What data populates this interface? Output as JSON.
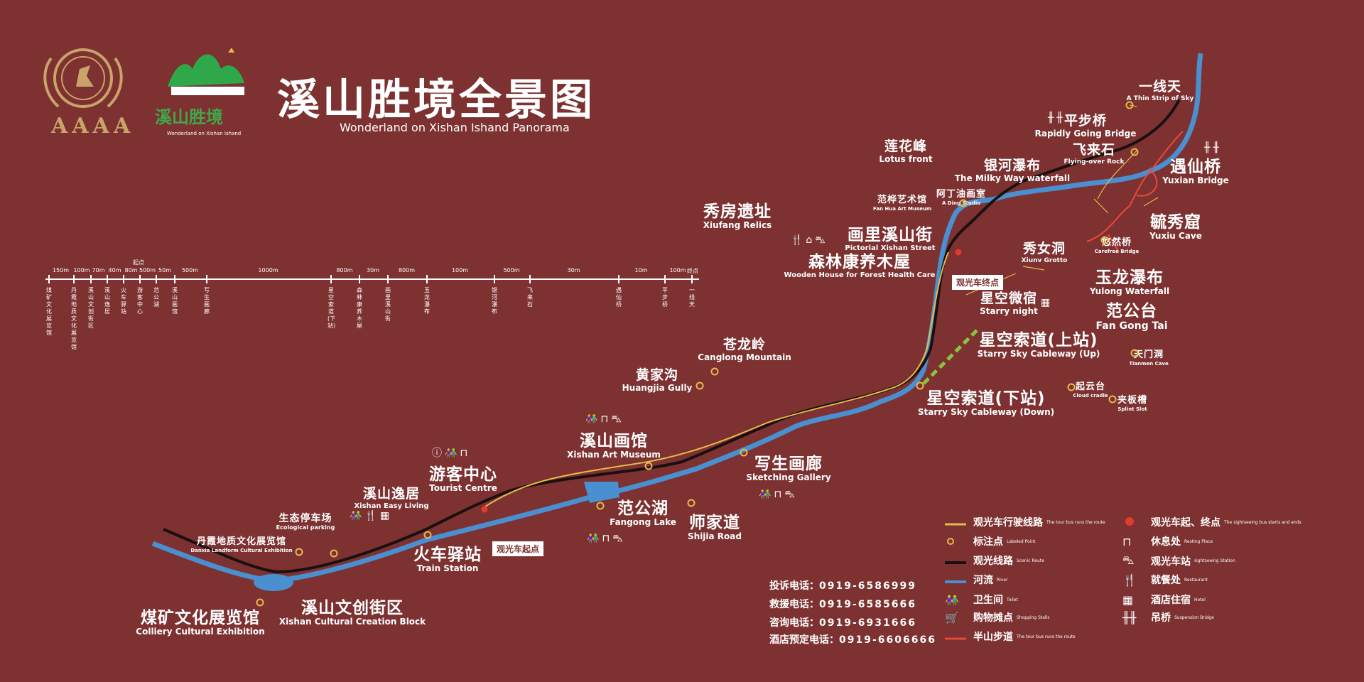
{
  "title": {
    "cn": "溪山胜境全景图",
    "en": "Wonderland on Xishan Ishand Panorama"
  },
  "badge": {
    "rating": "AAAA",
    "brand": "溪山胜境",
    "brand_en": "Wonderland on Xishan Ishand"
  },
  "scale_bar": {
    "distances": [
      "150m",
      "100m",
      "70m",
      "40m",
      "80m",
      "500m",
      "50m",
      "500m",
      "1000m",
      "800m",
      "30m",
      "800m",
      "100m",
      "500m",
      "30m",
      "10m",
      "100m"
    ],
    "start_label": "起点",
    "end_label": "终点",
    "stops": [
      "煤矿文化展览馆",
      "丹霞地质文化展览馆",
      "溪山文创街区",
      "溪山逸居",
      "火车驿站",
      "游客中心",
      "范公湖",
      "溪山画馆",
      "写生画廊",
      "星空索道(下站)",
      "森林康养木屋",
      "画里溪山街",
      "玉龙瀑布",
      "银河瀑布",
      "飞来石",
      "遇仙桥",
      "平步桥",
      "一线天"
    ]
  },
  "places": {
    "yixiantian": {
      "cn": "一线天",
      "en": "A Thin Strip of Sky"
    },
    "pingbuqiao": {
      "cn": "平步桥",
      "en": "Rapidly Going Bridge"
    },
    "feilaishi": {
      "cn": "飞来石",
      "en": "Flying-over Rock"
    },
    "yuxianqiao": {
      "cn": "遇仙桥",
      "en": "Yuxian Bridge"
    },
    "yinhe": {
      "cn": "银河瀑布",
      "en": "The Milky Way waterfall"
    },
    "lianhua": {
      "cn": "莲花峰",
      "en": "Lotus front"
    },
    "fanhua": {
      "cn": "范桦艺术馆",
      "en": "Fan Hua Art Museum"
    },
    "ading": {
      "cn": "阿丁油画室",
      "en": "A Ding Studio"
    },
    "yuxiuku": {
      "cn": "毓秀窟",
      "en": "Yuxiu Cave"
    },
    "youranqiao": {
      "cn": "悠然桥",
      "en": "Carefree Bridge"
    },
    "xiunvdong": {
      "cn": "秀女洞",
      "en": "Xiunv Grotto"
    },
    "xiufang": {
      "cn": "秀房遗址",
      "en": "Xiufang Relics"
    },
    "hualijie": {
      "cn": "画里溪山街",
      "en": "Pictorial Xishan Street"
    },
    "senlin": {
      "cn": "森林康养木屋",
      "en": "Wooden House for Forest Health Care"
    },
    "yulong": {
      "cn": "玉龙瀑布",
      "en": "Yulong Waterfall"
    },
    "xingkongws": {
      "cn": "星空微宿",
      "en": "Starry night"
    },
    "fangongtai": {
      "cn": "范公台",
      "en": "Fan Gong Tai"
    },
    "suodao_up": {
      "cn": "星空索道(上站)",
      "en": "Starry Sky Cableway (Up)"
    },
    "tianmen": {
      "cn": "天门洞",
      "en": "Tianmen Cave"
    },
    "qiyuntai": {
      "cn": "起云台",
      "en": "Cloud cradle"
    },
    "jiabancao": {
      "cn": "夹板槽",
      "en": "Splint Slot"
    },
    "canglong": {
      "cn": "苍龙岭",
      "en": "Canglong Mountain"
    },
    "huangjia": {
      "cn": "黄家沟",
      "en": "Huangjia Gully"
    },
    "suodao_down": {
      "cn": "星空索道(下站)",
      "en": "Starry Sky Cableway (Down)"
    },
    "huaguan": {
      "cn": "溪山画馆",
      "en": "Xishan Art Museum"
    },
    "xiesheng": {
      "cn": "写生画廊",
      "en": "Sketching Gallery"
    },
    "youke": {
      "cn": "游客中心",
      "en": "Tourist Centre"
    },
    "fangonghu": {
      "cn": "范公湖",
      "en": "Fangong Lake"
    },
    "shijia": {
      "cn": "师家道",
      "en": "Shijia Road"
    },
    "yiju": {
      "cn": "溪山逸居",
      "en": "Xishan Easy Living"
    },
    "tingche": {
      "cn": "生态停车场",
      "en": "Ecological parking"
    },
    "danxia": {
      "cn": "丹霞地质文化展览馆",
      "en": "Danxia Landform Cultural Exhibition"
    },
    "huoche": {
      "cn": "火车驿站",
      "en": "Train Station"
    },
    "wenchuang": {
      "cn": "溪山文创街区",
      "en": "Xishan Cultural Creation Block"
    },
    "meikuang": {
      "cn": "煤矿文化展览馆",
      "en": "Colliery Cultural Exhibition"
    }
  },
  "tags": {
    "bus_end": "观光车终点",
    "bus_start": "观光车起点"
  },
  "legend": [
    {
      "cn": "观光车行驶线路",
      "en": "The tour bus runs the route",
      "sym": "yellow-line"
    },
    {
      "cn": "标注点",
      "en": "Labeled Point",
      "sym": "ring"
    },
    {
      "cn": "观光线路",
      "en": "Scenic Route",
      "sym": "black-line"
    },
    {
      "cn": "河流",
      "en": "River",
      "sym": "blue-line"
    },
    {
      "cn": "卫生间",
      "en": "Toilet",
      "sym": "toilet"
    },
    {
      "cn": "购物摊点",
      "en": "Shopping Stalls",
      "sym": "cart"
    },
    {
      "cn": "半山步道",
      "en": "The tour bus runs the route",
      "sym": "red-line"
    },
    {
      "cn": "观光车起、终点",
      "en": "The sightseeing bus starts and ends",
      "sym": "red-dot"
    },
    {
      "cn": "休息处",
      "en": "Resting Place",
      "sym": "bench"
    },
    {
      "cn": "观光车站",
      "en": "sightseeing Station",
      "sym": "bus"
    },
    {
      "cn": "就餐处",
      "en": "Restaurant",
      "sym": "fork"
    },
    {
      "cn": "酒店住宿",
      "en": "Hotel",
      "sym": "hotel"
    },
    {
      "cn": "吊桥",
      "en": "Suspension Bridge",
      "sym": "bridge"
    }
  ],
  "phones": [
    {
      "label": "投诉电话：",
      "value": "0919-6586999"
    },
    {
      "label": "救援电话：",
      "value": "0919-6585666"
    },
    {
      "label": "咨询电话：",
      "value": "0919-6931666"
    },
    {
      "label": "酒店预定电话：",
      "value": "0919-6606666"
    }
  ],
  "colors": {
    "background": "#7d3131",
    "river": "#4a8fd0",
    "scenic_route": "#1a1010",
    "bus_route": "#e6b94a",
    "hiking": "#e84a3a",
    "cableway": "#8ac43f"
  }
}
